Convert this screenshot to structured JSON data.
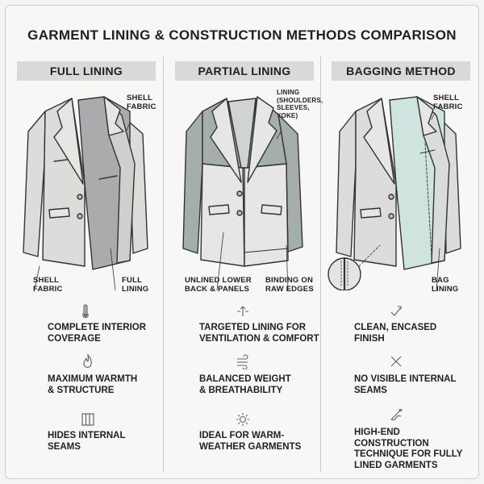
{
  "title": "GARMENT LINING & CONSTRUCTION METHODS COMPARISON",
  "columns": [
    {
      "header": "FULL LINING",
      "labels": {
        "shell_top": "SHELL\nFABRIC",
        "shell_bottom": "SHELL\nFABRIC",
        "lining": "FULL\nLINING"
      },
      "features": [
        {
          "icon": "thermometer-icon",
          "text": "COMPLETE INTERIOR\nCOVERAGE"
        },
        {
          "icon": "flame-icon",
          "text": "MAXIMUM WARMTH\n& STRUCTURE"
        },
        {
          "icon": "fabric-panel-icon",
          "text": "HIDES INTERNAL\nSEAMS"
        }
      ]
    },
    {
      "header": "PARTIAL LINING",
      "labels": {
        "lining": "LINING\n(SHOULDERS,\nSLEEVES,\nYOKE)",
        "unlined": "UNLINED LOWER\nBACK & PANELS",
        "binding": "BINDING ON\nRAW EDGES"
      },
      "features": [
        {
          "icon": "airflow-arrows-icon",
          "text": "TARGETED LINING FOR\nVENTILATION & COMFORT"
        },
        {
          "icon": "wind-icon",
          "text": "BALANCED WEIGHT\n& BREATHABILITY"
        },
        {
          "icon": "sun-icon",
          "text": "IDEAL FOR WARM-\nWEATHER GARMENTS"
        }
      ]
    },
    {
      "header": "BAGGING METHOD",
      "labels": {
        "shell": "SHELL\nFABRIC",
        "lining": "BAG\nLINING"
      },
      "features": [
        {
          "icon": "check-icon",
          "text": "CLEAN, ENCASED\nFINISH"
        },
        {
          "icon": "cross-icon",
          "text": "NO VISIBLE INTERNAL\nSEAMS"
        },
        {
          "icon": "needle-thread-icon",
          "text": "HIGH-END CONSTRUCTION\nTECHNIQUE FOR FULLY\nLINED GARMENTS"
        }
      ]
    }
  ],
  "colors": {
    "shell": "#dcdcda",
    "full_lining": "#a9abad",
    "partial_lining": "#a5aeaa",
    "bag_lining": "#cfe3df",
    "header_bg": "#d9d9d7",
    "outline": "#333333"
  }
}
